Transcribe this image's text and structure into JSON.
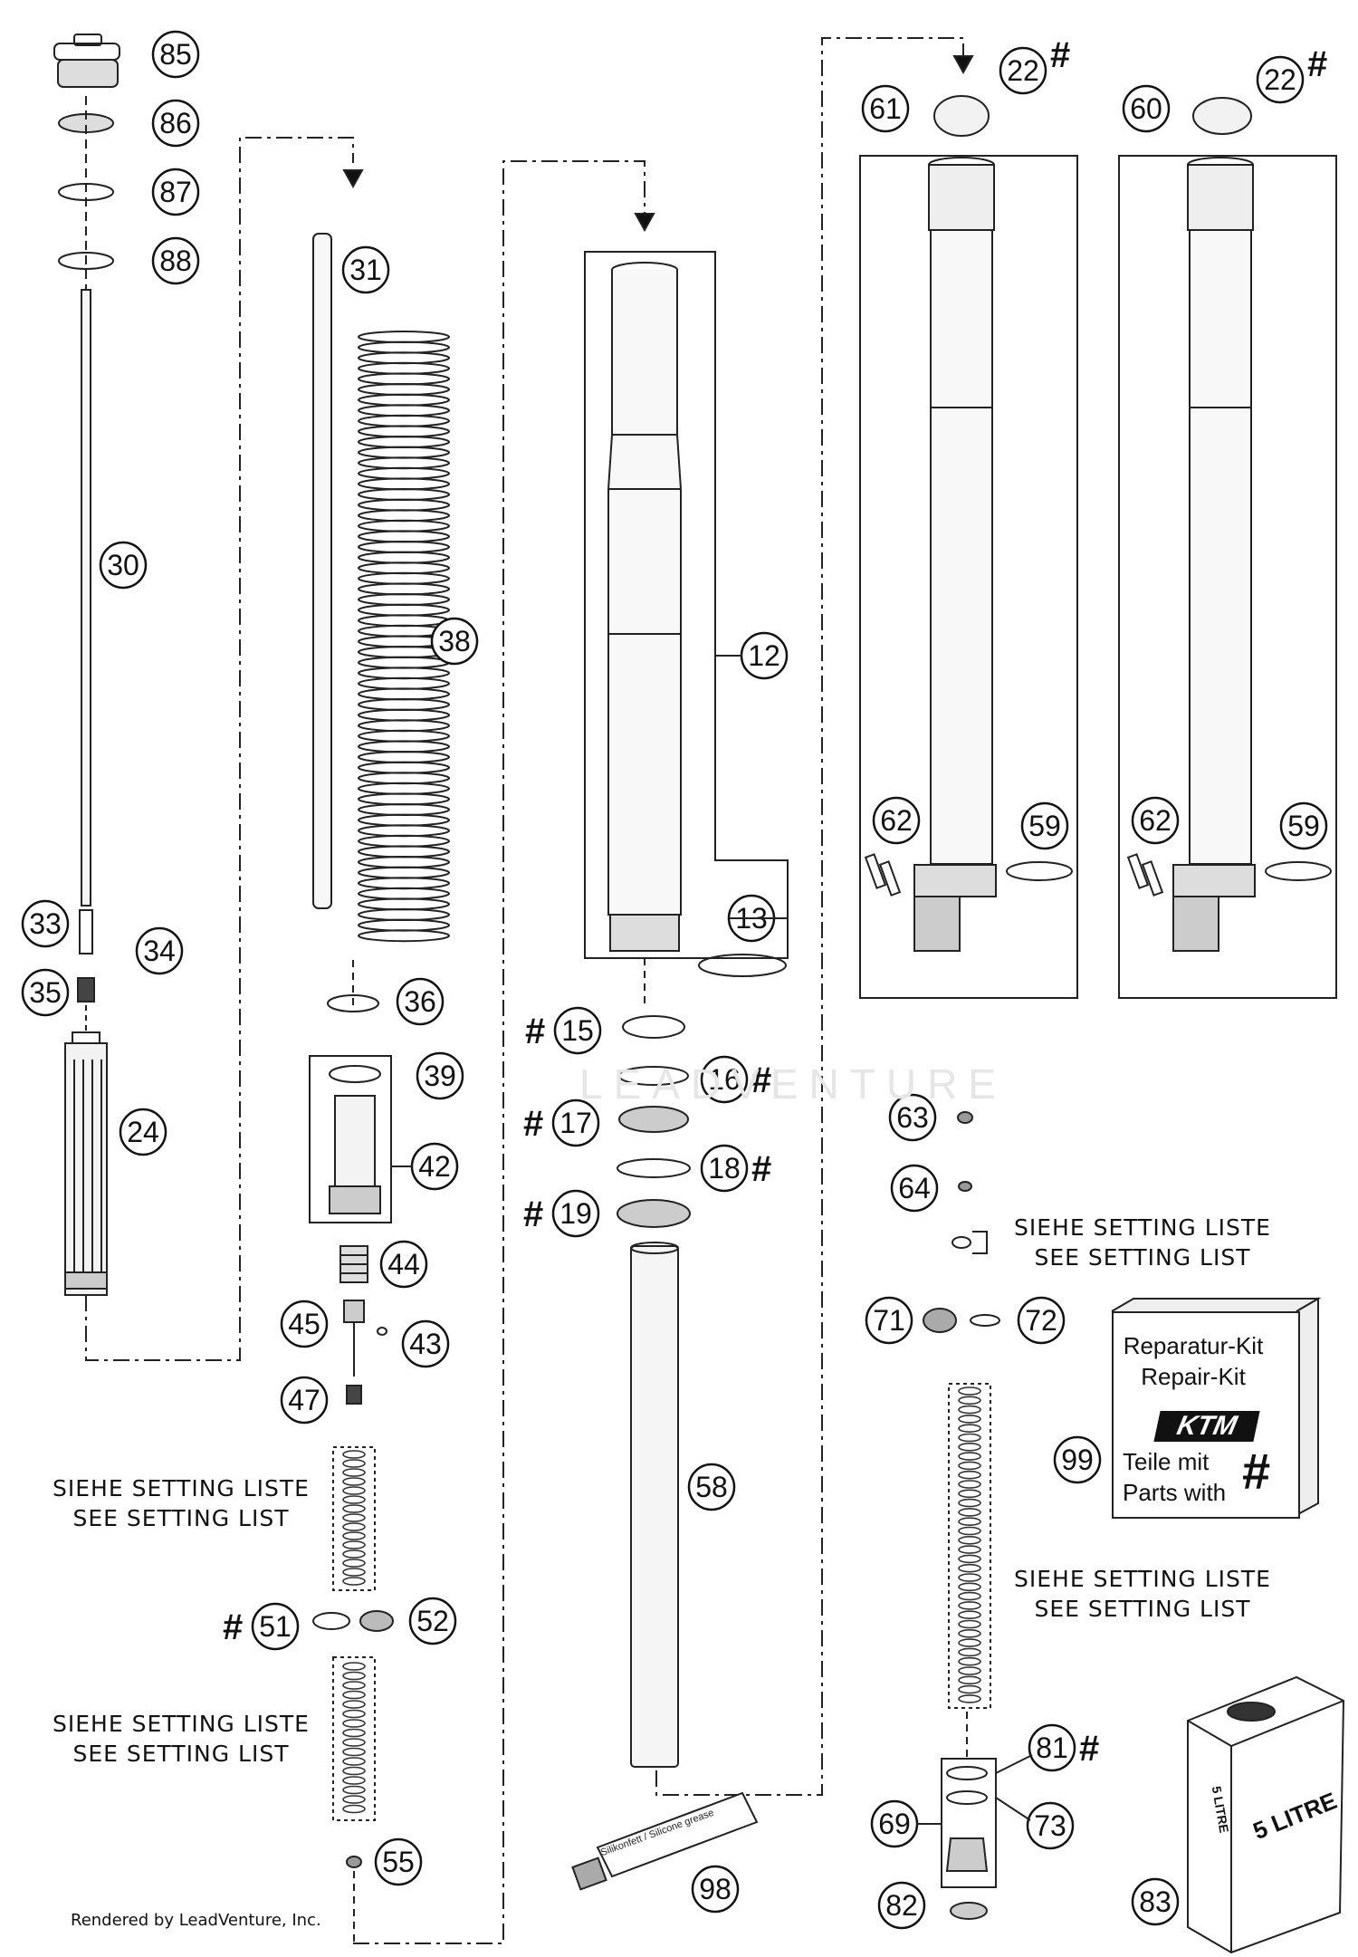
{
  "callouts": [
    {
      "id": "85",
      "label": "85"
    },
    {
      "id": "86",
      "label": "86"
    },
    {
      "id": "87",
      "label": "87"
    },
    {
      "id": "88",
      "label": "88"
    },
    {
      "id": "30",
      "label": "30"
    },
    {
      "id": "33",
      "label": "33"
    },
    {
      "id": "34",
      "label": "34"
    },
    {
      "id": "35",
      "label": "35"
    },
    {
      "id": "24",
      "label": "24"
    },
    {
      "id": "31",
      "label": "31"
    },
    {
      "id": "38",
      "label": "38"
    },
    {
      "id": "36",
      "label": "36"
    },
    {
      "id": "39",
      "label": "39"
    },
    {
      "id": "42",
      "label": "42"
    },
    {
      "id": "44",
      "label": "44"
    },
    {
      "id": "45",
      "label": "45"
    },
    {
      "id": "43",
      "label": "43"
    },
    {
      "id": "47",
      "label": "47"
    },
    {
      "id": "51",
      "label": "51"
    },
    {
      "id": "52",
      "label": "52"
    },
    {
      "id": "55",
      "label": "55"
    },
    {
      "id": "12",
      "label": "12"
    },
    {
      "id": "13",
      "label": "13"
    },
    {
      "id": "15",
      "label": "15"
    },
    {
      "id": "16",
      "label": "16"
    },
    {
      "id": "17",
      "label": "17"
    },
    {
      "id": "18",
      "label": "18"
    },
    {
      "id": "19",
      "label": "19"
    },
    {
      "id": "58",
      "label": "58"
    },
    {
      "id": "98",
      "label": "98"
    },
    {
      "id": "22a",
      "label": "22"
    },
    {
      "id": "22b",
      "label": "22"
    },
    {
      "id": "61",
      "label": "61"
    },
    {
      "id": "60",
      "label": "60"
    },
    {
      "id": "62a",
      "label": "62"
    },
    {
      "id": "59a",
      "label": "59"
    },
    {
      "id": "62b",
      "label": "62"
    },
    {
      "id": "59b",
      "label": "59"
    },
    {
      "id": "63",
      "label": "63"
    },
    {
      "id": "64",
      "label": "64"
    },
    {
      "id": "71",
      "label": "71"
    },
    {
      "id": "72",
      "label": "72"
    },
    {
      "id": "99",
      "label": "99"
    },
    {
      "id": "81",
      "label": "81"
    },
    {
      "id": "73",
      "label": "73"
    },
    {
      "id": "69",
      "label": "69"
    },
    {
      "id": "82",
      "label": "82"
    },
    {
      "id": "83",
      "label": "83"
    }
  ],
  "hash_mark": "#",
  "setting_notes": [
    {
      "de": "SIEHE SETTING LISTE",
      "en": "SEE SETTING LIST"
    },
    {
      "de": "SIEHE SETTING LISTE",
      "en": "SEE SETTING LIST"
    },
    {
      "de": "SIEHE SETTING LISTE",
      "en": "SEE SETTING LIST"
    },
    {
      "de": "SIEHE SETTING LISTE",
      "en": "SEE SETTING LIST"
    }
  ],
  "repair_kit": {
    "title_de": "Reparatur-Kit",
    "title_en": "Repair-Kit",
    "brand": "KTM",
    "parts_de": "Teile mit",
    "parts_en": "Parts with",
    "symbol": "#"
  },
  "oil_can": {
    "label_side": "5 LITRE",
    "label_front": "5 LITRE"
  },
  "grease_tube": {
    "label": "Silikonfett / Silicone grease"
  },
  "watermark": "LEADVENTURE",
  "credit": "Rendered by LeadVenture, Inc."
}
